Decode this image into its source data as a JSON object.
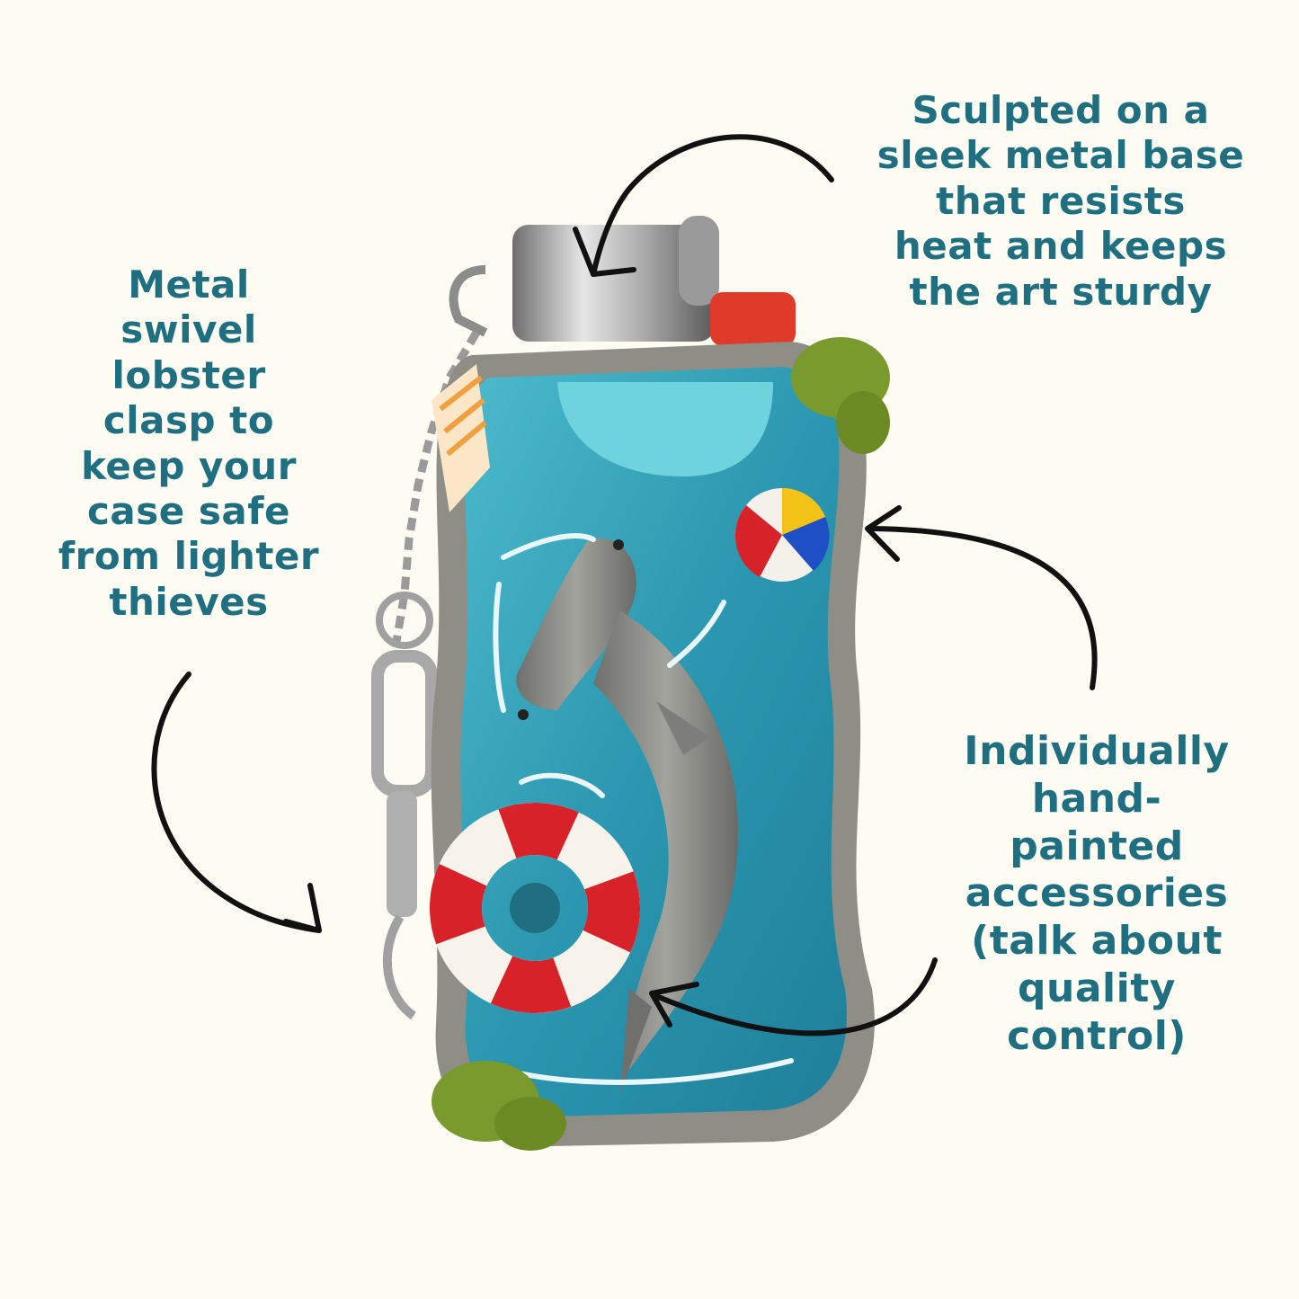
{
  "callouts": {
    "top": "Sculpted on a\nsleek metal base\nthat resists\nheat and keeps\nthe art sturdy",
    "left": "Metal\nswivel\nlobster\nclasp to\nkeep your\ncase safe\nfrom lighter\nthieves",
    "right": "Individually\nhand-\npainted\naccessories\n(talk about\nquality\ncontrol)"
  },
  "colors": {
    "background": "#fdfcf3",
    "text": "#1f6f80",
    "pool_water": "#2f9fb5",
    "pool_rim": "#8e8d86",
    "shark": "#8a8a86",
    "ring_red": "#d8222a",
    "ring_white": "#f7f2ea",
    "lighter_cap": "#e03a2a",
    "moss": "#7a9a2e"
  },
  "icons": {
    "arrow": "curved-arrow-icon",
    "product": "lighter-case-illustration"
  }
}
